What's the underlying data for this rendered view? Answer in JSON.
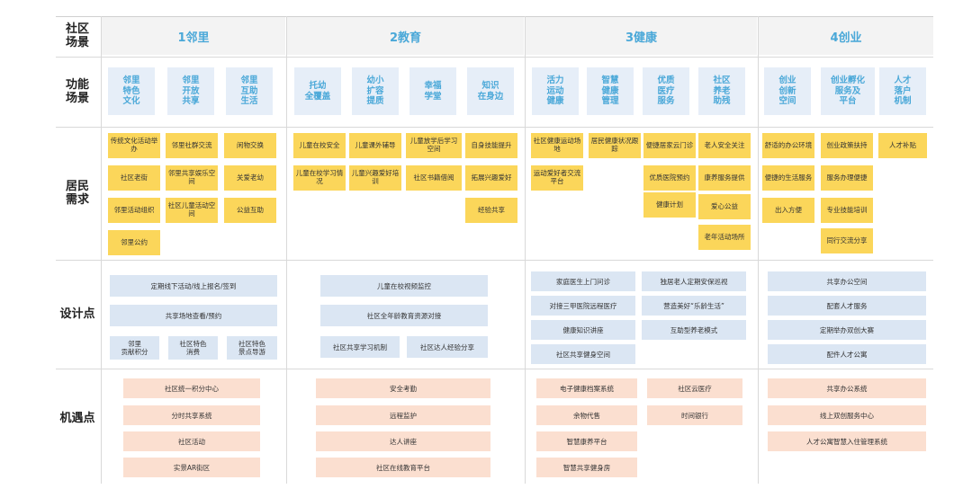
{
  "row_headers": {
    "scene": "社区\n场景",
    "function": "功能\n场景",
    "needs": "居民\n需求",
    "design": "设计点",
    "opportunity": "机遇点"
  },
  "columns": [
    {
      "title": "1邻里",
      "functions": [
        "邻里\n特色\n文化",
        "邻里\n开放\n共享",
        "邻里\n互助\n生活"
      ],
      "needs": [
        [
          "传统文化活动举办",
          "社区老街",
          "邻里活动组织",
          "邻里公约"
        ],
        [
          "邻里社群交流",
          "邻里共享娱乐空间",
          "社区儿童活动空间"
        ],
        [
          "闲物交换",
          "关爱老幼",
          "公益互助"
        ]
      ],
      "design": [
        "定期线下活动/线上报名/签到",
        "共享场地查看/预约",
        "邻里\n贡献积分",
        "社区特色\n消费",
        "社区特色\n景点导游"
      ],
      "opportunity": [
        "社区统一积分中心",
        "分时共享系统",
        "社区活动",
        "实景AR街区"
      ]
    },
    {
      "title": "2教育",
      "functions": [
        "托幼\n全覆盖",
        "幼小\n扩容\n提质",
        "幸福\n学堂",
        "知识\n在身边"
      ],
      "needs": [
        [
          "儿童在校安全",
          "儿童在校学习情况"
        ],
        [
          "儿童课外辅导",
          "儿童兴趣爱好培训"
        ],
        [
          "儿童放学后学习空间",
          "社区书籍借阅"
        ],
        [
          "自身技能提升",
          "拓展兴趣爱好",
          "经验共享"
        ]
      ],
      "design": [
        "儿童在校视频监控",
        "社区全年龄教育资源对接",
        "社区共享学习机制",
        "社区达人经验分享"
      ],
      "opportunity": [
        "安全考勤",
        "远程监护",
        "达人讲座",
        "社区在线教育平台"
      ]
    },
    {
      "title": "3健康",
      "functions": [
        "活力\n运动\n健康",
        "智慧\n健康\n管理",
        "优质\n医疗\n服务",
        "社区\n养老\n助残"
      ],
      "needs": [
        [
          "社区健康运动场地",
          "运动爱好者交流平台"
        ],
        [
          "居民健康状况跟踪"
        ],
        [
          "便捷居家云门诊",
          "优质医院预约",
          "健康计划"
        ],
        [
          "老人安全关注",
          "康养服务提供",
          "爱心公益",
          "老年活动场所"
        ]
      ],
      "design": [
        "家庭医生上门问诊",
        "独居老人定期安保巡视",
        "对接三甲医院远程医疗",
        "营造美好“乐龄生活”",
        "健康知识讲座",
        "互助型养老模式",
        "社区共享健身空间"
      ],
      "opportunity": [
        "电子健康档案系统",
        "社区云医疗",
        "余物代售",
        "时间银行",
        "智慧康养平台",
        "智慧共享健身房"
      ]
    },
    {
      "title": "4创业",
      "functions": [
        "创业\n创新\n空间",
        "创业孵化\n服务及\n平台",
        "人才\n落户\n机制"
      ],
      "needs": [
        [
          "舒适的办公环境",
          "便捷的生活服务",
          "出入方便"
        ],
        [
          "创业政策扶持",
          "服务办理便捷",
          "专业技能培训",
          "同行交流分享"
        ],
        [
          "人才补贴"
        ]
      ],
      "design": [
        "共享办公空间",
        "配套人才服务",
        "定期举办双创大赛",
        "配件人才公寓"
      ],
      "opportunity": [
        "共享办公系统",
        "线上双创服务中心",
        "人才公寓智慧入住管理系统"
      ]
    }
  ]
}
